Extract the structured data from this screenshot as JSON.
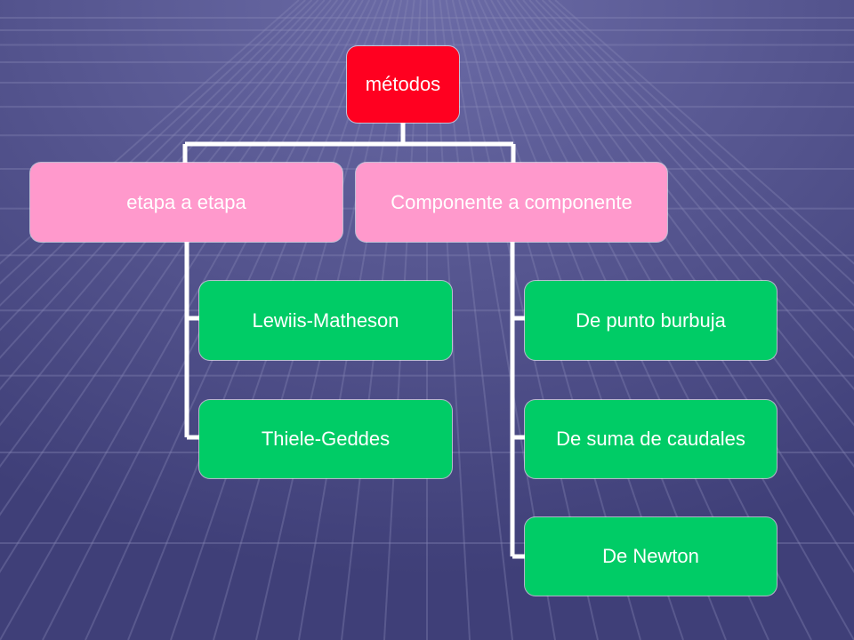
{
  "diagram": {
    "root": {
      "label": "métodos"
    },
    "branches": [
      {
        "label": "etapa a etapa",
        "children": [
          {
            "label": "Lewiis-Matheson"
          },
          {
            "label": "Thiele-Geddes"
          }
        ]
      },
      {
        "label": "Componente a componente",
        "children": [
          {
            "label": "De punto burbuja"
          },
          {
            "label": "De suma de caudales"
          },
          {
            "label": "De Newton"
          }
        ]
      }
    ]
  },
  "colors": {
    "root": "#ff0020",
    "branch": "#ff99cc",
    "leaf": "#00cc66",
    "connector": "#ffffff",
    "background": "#4d4d85"
  }
}
